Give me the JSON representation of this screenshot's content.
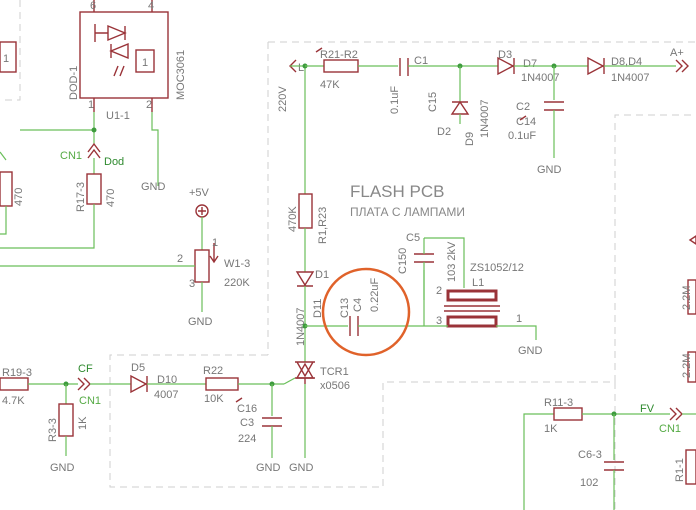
{
  "board": {
    "title": "FLASH PCB",
    "subtitle": "ПЛАТА С ЛАМПАМИ"
  },
  "components": {
    "opto": {
      "name": "DOD-1",
      "part": "MOC3061",
      "ref": "U1-1",
      "pin6": "6",
      "pin4": "4",
      "pin1": "1",
      "pin2": "2"
    },
    "cn_dod": {
      "ref": "CN1",
      "label": "Dod"
    },
    "r17": {
      "ref": "R17-3",
      "value": "470"
    },
    "r_left": {
      "value": "470"
    },
    "left_one": {
      "value": "1"
    },
    "left_box": {
      "value": "1"
    },
    "plus5v": {
      "label": "+5V"
    },
    "w1": {
      "ref": "W1-3",
      "value": "220K",
      "pin2": "2",
      "pin3": "3",
      "pin1": "1"
    },
    "r21": {
      "ref": "R21-R2",
      "value": "47K"
    },
    "c1": {
      "ref": "C1",
      "alt": "C15",
      "value": "0.1uF"
    },
    "d3": {
      "ref": "D3",
      "alt": "D7",
      "part": "1N4007"
    },
    "d8": {
      "ref": "D8,D4",
      "part": "1N4007"
    },
    "aplus": {
      "label": "A+"
    },
    "l_term": {
      "label": "L"
    },
    "v220": {
      "label": "220V"
    },
    "d2": {
      "ref": "D2",
      "alt": "D9",
      "part": "1N4007"
    },
    "c2": {
      "ref": "C2",
      "alt": "C14",
      "value": "0.1uF"
    },
    "r1": {
      "ref": "R1,R23",
      "value": "470K"
    },
    "d1": {
      "ref": "D1",
      "alt": "D11",
      "part": "1N4007"
    },
    "c4": {
      "ref": "C4",
      "alt": "C13",
      "value": "0.22uF"
    },
    "c5": {
      "ref": "C5",
      "alt": "C150",
      "value": "103 2kV"
    },
    "l1": {
      "ref": "L1",
      "part": "ZS1052/12",
      "pin2": "2",
      "pin3": "3",
      "pin1": "1"
    },
    "tcr1": {
      "ref": "TCR1",
      "part": "x0506"
    },
    "r19": {
      "ref": "R19-3",
      "value": "4.7K"
    },
    "cf": {
      "ref": "CN1",
      "label": "CF"
    },
    "r3": {
      "ref": "R3-3",
      "value": "1K"
    },
    "d5": {
      "ref": "D5",
      "alt": "D10",
      "part": "4007"
    },
    "r22": {
      "ref": "R22",
      "value": "10K"
    },
    "c3": {
      "ref": "C3",
      "alt": "C16",
      "value": "224"
    },
    "r11": {
      "ref": "R11-3",
      "value": "1K"
    },
    "fv": {
      "ref": "CN1",
      "label": "FV"
    },
    "c6": {
      "ref": "C6-3",
      "value": "102"
    },
    "r1_right": {
      "ref": "R1-1"
    },
    "right_22m_a": {
      "value": "2.2M"
    },
    "right_22m_b": {
      "value": "2.2M"
    },
    "gnd": "GND"
  }
}
